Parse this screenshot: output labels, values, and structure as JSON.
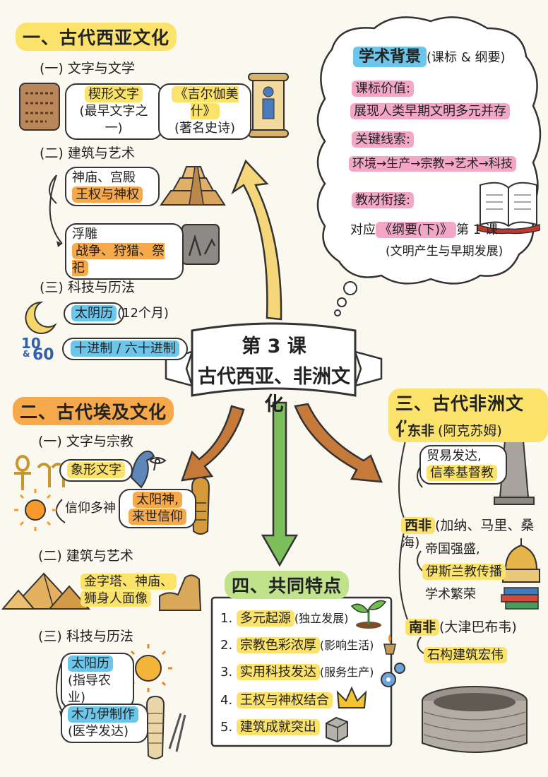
{
  "center": {
    "lesson": "第 3 课",
    "title": "古代西亚、非洲文化"
  },
  "section1": {
    "title": "一、古代西亚文化",
    "sub1": {
      "title": "(一) 文字与文学",
      "item1_main": "楔形文字",
      "item1_note": "(最早文字之一)",
      "item2_main": "《吉尔伽美什》",
      "item2_note": "(著名史诗)"
    },
    "sub2": {
      "title": "(二) 建筑与艺术",
      "item1_main": "神庙、宫殿",
      "item1_note": "王权与神权",
      "item2_main": "浮雕",
      "item2_note": "战争、狩猎、祭祀"
    },
    "sub3": {
      "title": "(三) 科技与历法",
      "item1_main": "太阴历",
      "item1_note": "(12个月)",
      "item2_main": "十进制 / 六十进制",
      "num_10": "10",
      "num_amp": "&",
      "num_60": "60"
    }
  },
  "background": {
    "title": "学术背景",
    "title_note": "(课标 & 纲要)",
    "k1": "课标价值:",
    "v1": "展现人类早期文明多元并存",
    "k2": "关键线索:",
    "v2": "环境→生产→宗教→艺术→科技",
    "k3": "教材衔接:",
    "v3a_pre": "对应",
    "v3a_hl": "《纲要(下)》",
    "v3a_post": "第 1 课",
    "v3b": "(文明产生与早期发展)"
  },
  "section2": {
    "title": "二、古代埃及文化",
    "sub1": {
      "title": "(一) 文字与宗教",
      "item1": "象形文字",
      "item2_main": "信仰多神",
      "item2_note_a": "太阳神,",
      "item2_note_b": "来世信仰"
    },
    "sub2": {
      "title": "(二) 建筑与艺术",
      "item1_a": "金字塔、神庙、",
      "item1_b": "狮身人面像"
    },
    "sub3": {
      "title": "(三) 科技与历法",
      "item1_main": "太阳历",
      "item1_note": "(指导农业)",
      "item2_main": "木乃伊制作",
      "item2_note": "(医学发达)"
    }
  },
  "section3": {
    "title": "三、古代非洲文化",
    "east": {
      "title": "东非",
      "note": "(阿克苏姆)",
      "line1": "贸易发达,",
      "line2": "信奉基督教"
    },
    "west": {
      "title": "西非",
      "note": "(加纳、马里、桑海)",
      "line1": "帝国强盛,",
      "line2": "伊斯兰教传播",
      "line3": "学术繁荣"
    },
    "south": {
      "title": "南非",
      "note": "(大津巴布韦)",
      "line1": "石构建筑宏伟"
    }
  },
  "section4": {
    "title": "四、共同特点",
    "items": [
      {
        "num": "1.",
        "main": "多元起源",
        "note": "(独立发展)"
      },
      {
        "num": "2.",
        "main": "宗教色彩浓厚",
        "note": "(影响生活)"
      },
      {
        "num": "3.",
        "main": "实用科技发达",
        "note": "(服务生产)"
      },
      {
        "num": "4.",
        "main": "王权与神权结合",
        "note": ""
      },
      {
        "num": "5.",
        "main": "建筑成就突出",
        "note": ""
      }
    ]
  },
  "colors": {
    "yellow": "#fbe36b",
    "orange": "#f6a94b",
    "blue": "#6cc6ea",
    "pink": "#f3a7c6",
    "green": "#bfe28a"
  }
}
